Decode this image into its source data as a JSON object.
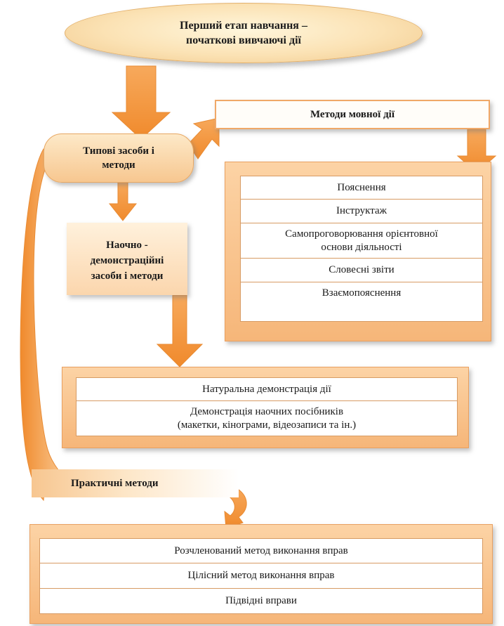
{
  "header": {
    "line1": "Перший етап навчання –",
    "line2": "початкові вивчаючі дії"
  },
  "typical": {
    "line1": "Типові засоби і",
    "line2": "методи"
  },
  "speech": {
    "title": "Методи мовної дії",
    "items": [
      "Пояснення",
      "Інструктаж",
      "Самопроговорювання орієнтовної",
      "основи діяльності",
      "Словесні звіти",
      "Взаємопояснення"
    ]
  },
  "visual": {
    "line1": "Наочно -",
    "line2": "демонстраційні",
    "line3": "засоби і методи"
  },
  "demo": {
    "items": [
      "Натуральна демонстрація дії",
      "Демонстрація наочних посібників",
      "(макетки, кінограми, відеозаписи та ін.)"
    ]
  },
  "practical": {
    "title": "Практичні методи",
    "items": [
      "Розчленований метод виконання вправ",
      "Цілісний метод виконання вправ",
      "Підвідні вправи"
    ]
  },
  "colors": {
    "arrow": "#f59a43",
    "panel": "#f8c088",
    "border": "#e9a060"
  }
}
